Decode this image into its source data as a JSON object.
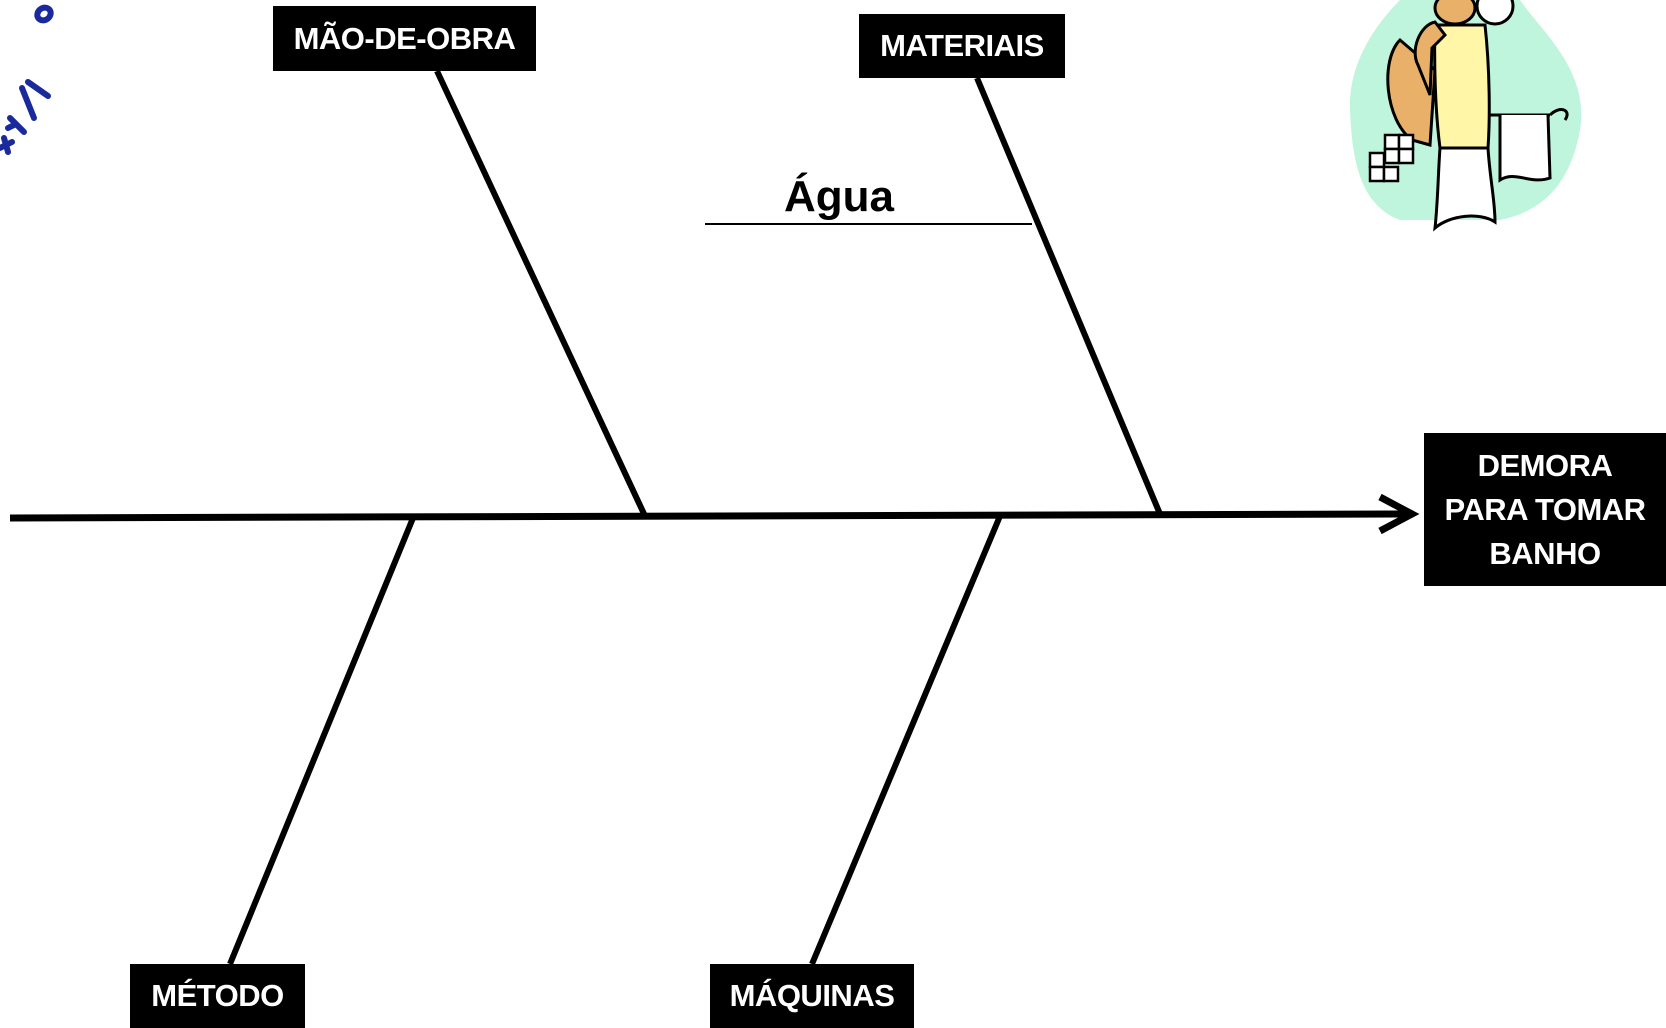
{
  "diagram": {
    "type": "ishikawa-fishbone",
    "effect": {
      "lines": [
        "DEMORA",
        "PARA TOMAR",
        "BANHO"
      ]
    },
    "categories": {
      "mao_de_obra": "MÃO-DE-OBRA",
      "materiais": "MATERIAIS",
      "metodo": "MÉTODO",
      "maquinas": "MÁQUINAS"
    },
    "causes": {
      "materiais": [
        "Água"
      ]
    },
    "colors": {
      "lines": "#000000",
      "box_fill": "#000000",
      "box_text": "#ffffff",
      "stamp_text": "#1a2a9c",
      "illustration_bg": "#bff5dc"
    },
    "icons": [
      "logo-stamp",
      "man-shaving-illustration"
    ]
  }
}
